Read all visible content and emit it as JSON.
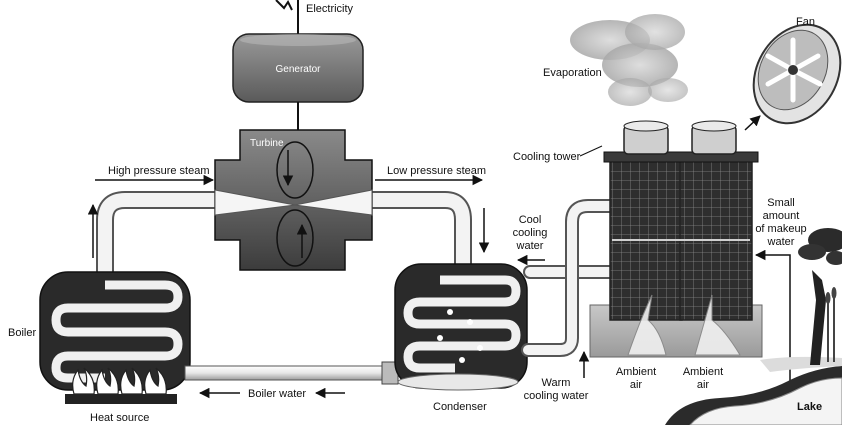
{
  "labels": {
    "electricity": "Electricity",
    "generator": "Generator",
    "turbine": "Turbine",
    "high_pressure_steam": "High pressure steam",
    "low_pressure_steam": "Low pressure steam",
    "evaporation": "Evaporation",
    "fan": "Fan",
    "cooling_tower": "Cooling tower",
    "cool_cooling_water": [
      "Cool",
      "cooling",
      "water"
    ],
    "small_amount_makeup_water": [
      "Small",
      "amount",
      "of makeup",
      "water"
    ],
    "boiler": "Boiler",
    "heat_source": "Heat source",
    "boiler_water": "Boiler water",
    "condenser": "Condenser",
    "warm_cooling_water": [
      "Warm",
      "cooling water"
    ],
    "ambient_air_left": [
      "Ambient",
      "air"
    ],
    "ambient_air_right": [
      "Ambient",
      "air"
    ],
    "lake": "Lake"
  },
  "colors": {
    "ink": "#111111",
    "dark": "#2b2b2b",
    "mid": "#6e6e6e",
    "light": "#d9d9d9",
    "pipe": "#f2f2f2",
    "cloud": "#bdbdbd"
  }
}
